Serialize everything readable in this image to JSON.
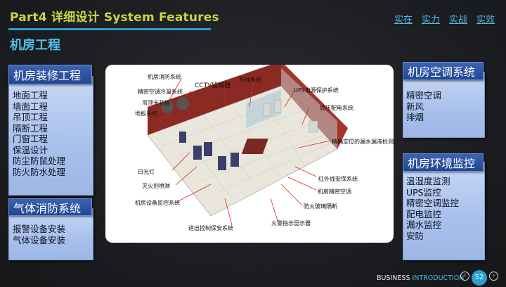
{
  "header": {
    "title": "Part4 详细设计 System Features",
    "slogans": [
      "实在",
      "实力",
      "实战",
      "实效"
    ]
  },
  "section_title": "机房工程",
  "panels": {
    "decoration": {
      "title": "机房装修工程",
      "items": [
        "地面工程",
        "墙面工程",
        "吊顶工程",
        "隔断工程",
        "门窗工程",
        "保温设计",
        "防尘防鼠处理",
        "防火防水处理"
      ]
    },
    "fire_gas": {
      "title": "气体消防系统",
      "items": [
        "报警设备安装",
        "气体设备安装"
      ]
    },
    "aircon": {
      "title": "机房空调系统",
      "items": [
        "精密空调",
        "新风",
        "排烟"
      ]
    },
    "monitoring": {
      "title": "机房环境监控",
      "items": [
        "温湿度监测",
        "UPS监控",
        "精密空调监控",
        "配电监控",
        "漏水监控",
        "安防"
      ]
    }
  },
  "diagram": {
    "callouts": {
      "fire_protection": "机房消防系统",
      "cctv": "CCTV监视器",
      "cabling": "布线系统",
      "precision_ac_condenser": "精密空调冷凝系统",
      "ups": "UPS电源保护系统",
      "ceiling_panel": "吊顶天花板",
      "floor_system": "地板系统",
      "low_voltage_power": "底压配电系统",
      "leak_detection": "精确定位的漏水漏液检测",
      "daylight_lamp": "日光灯",
      "extinguisher_nozzle": "灭火剂喷淋",
      "infrared_security": "红外线安保系统",
      "precision_ac": "机房精密空调",
      "equipment_monitoring": "机房设备监控系统",
      "glass_breaker": "防火玻璃隔断",
      "access_control": "进出控制保安系统",
      "fire_alarm_display": "火警指示显示器"
    }
  },
  "footer": {
    "text_left": "BUSINESS ",
    "text_accent": "INTRODUCTION",
    "prev": "‹",
    "next": "›",
    "page": "52"
  }
}
